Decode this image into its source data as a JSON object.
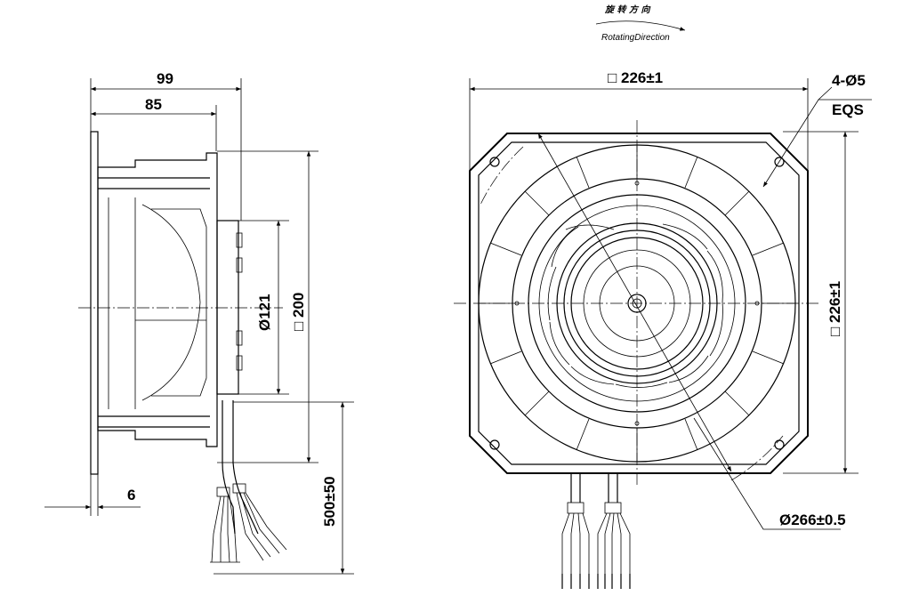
{
  "rotation_label": {
    "chinese": "旋 转 方 向",
    "english": "RotatingDirection"
  },
  "side_view": {
    "dim_overall_depth": "99",
    "dim_body_depth": "85",
    "dim_flange": "6",
    "dim_hub_diameter": "Ø121",
    "dim_outlet_square": "□ 200",
    "dim_lead_length": "500±50"
  },
  "front_view": {
    "dim_width": "□ 226±1",
    "dim_height": "□ 226±1",
    "dim_holes": "4-Ø5",
    "dim_holes_note": "EQS",
    "dim_impeller_diameter": "Ø266±0.5"
  }
}
